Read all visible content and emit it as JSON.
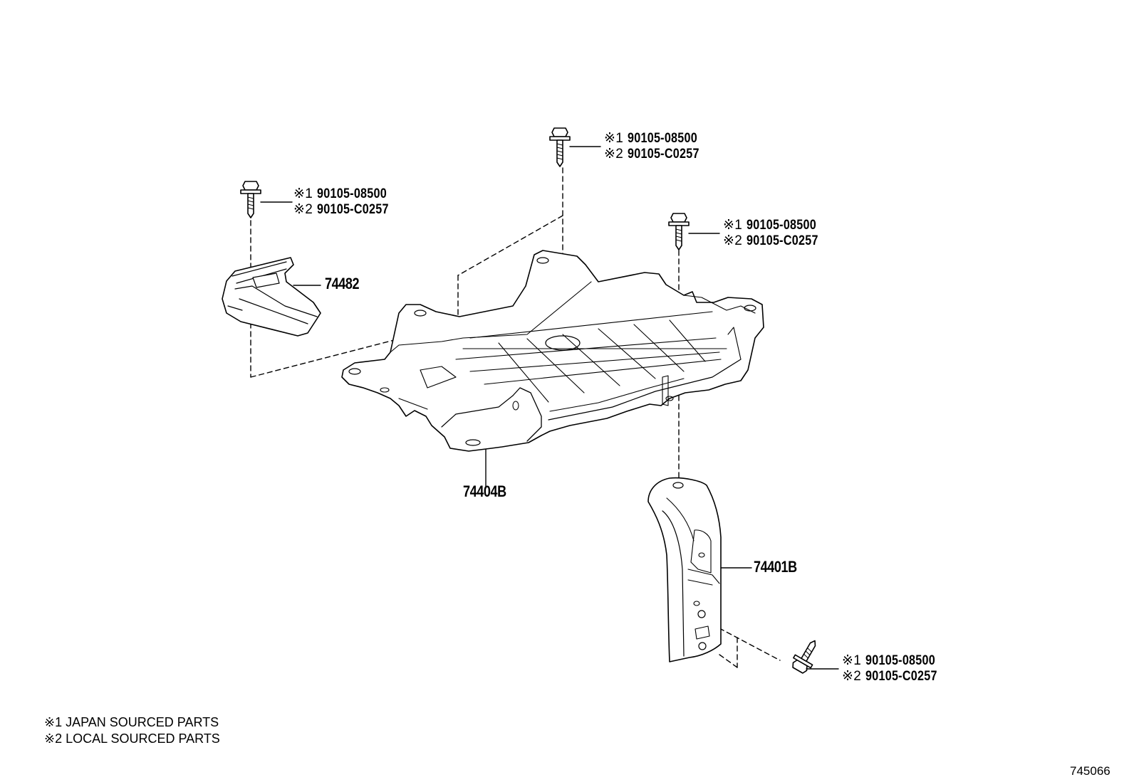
{
  "fastener_callouts": [
    {
      "line1_mark": "※1",
      "line1_part": "90105-08500",
      "line2_mark": "※2",
      "line2_part": "90105-C0257"
    },
    {
      "line1_mark": "※1",
      "line1_part": "90105-08500",
      "line2_mark": "※2",
      "line2_part": "90105-C0257"
    },
    {
      "line1_mark": "※1",
      "line1_part": "90105-08500",
      "line2_mark": "※2",
      "line2_part": "90105-C0257"
    },
    {
      "line1_mark": "※1",
      "line1_part": "90105-08500",
      "line2_mark": "※2",
      "line2_part": "90105-C0257"
    }
  ],
  "part_labels": {
    "bracket": "74482",
    "tray": "74404B",
    "clamp": "74401B"
  },
  "notes": [
    "※1 JAPAN SOURCED PARTS",
    "※2 LOCAL SOURCED PARTS"
  ],
  "figure_id": "745066"
}
